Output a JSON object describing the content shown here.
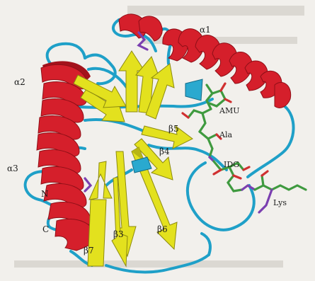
{
  "labels": {
    "alpha1": "α1",
    "alpha2": "α2",
    "alpha3": "α3",
    "beta3": "β3",
    "beta4": "β4",
    "beta5": "β5",
    "beta6": "β6",
    "beta7": "β7",
    "n_terminus": "N",
    "c_terminus": "C",
    "amu": "AMU",
    "ala": "Ala",
    "idg": "IDG",
    "lys": "Lys"
  },
  "colors": {
    "helix": "#d51f2b",
    "strand": "#e3e11e",
    "coil": "#1fa0c8",
    "ligand_carbon": "#3f9a3f",
    "ligand_nitrogen": "#7b3fb0",
    "ligand_oxygen": "#d03030"
  }
}
